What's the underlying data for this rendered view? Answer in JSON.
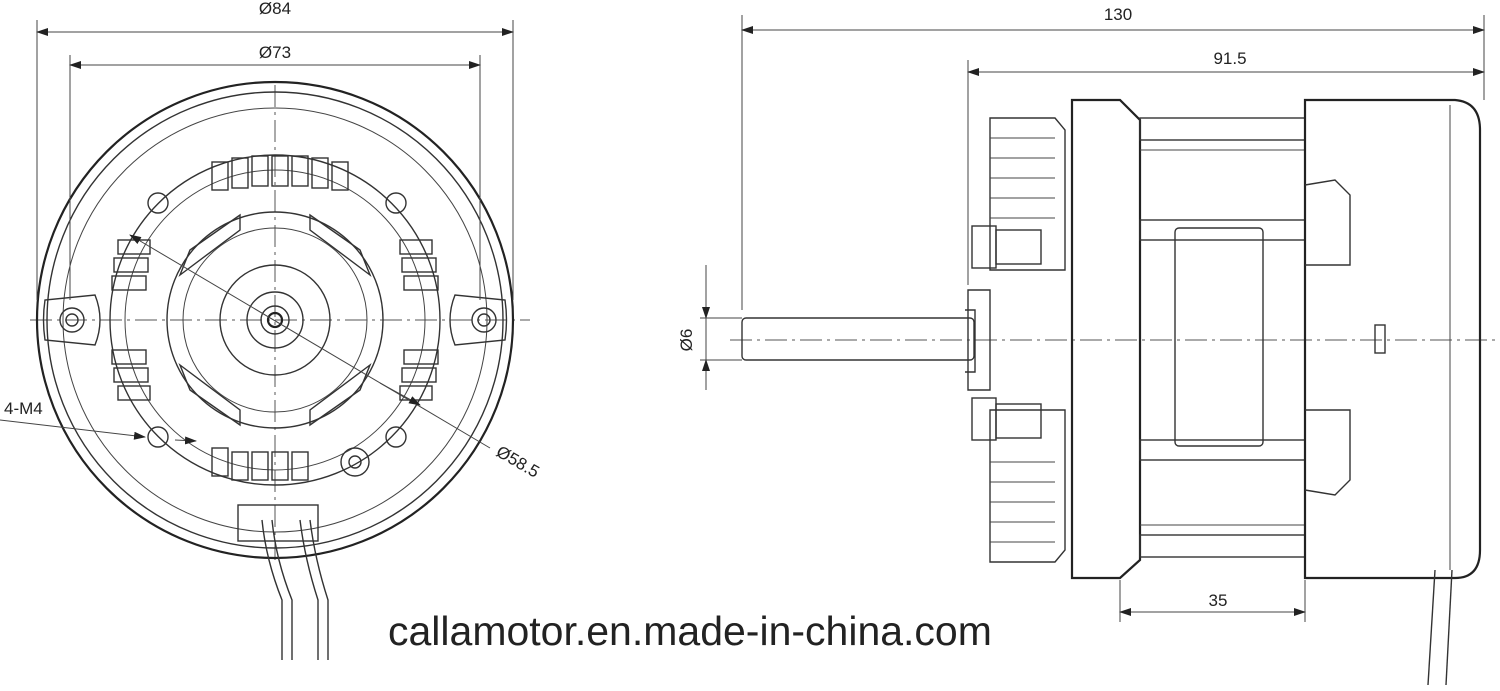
{
  "front_view": {
    "dim_outer": "Ø84",
    "dim_mount": "Ø73",
    "dim_bolt_circle": "Ø58.5",
    "dim_holes": "4-M4"
  },
  "side_view": {
    "dim_total": "130",
    "dim_body": "91.5",
    "dim_shaft": "Ø6",
    "dim_bracket": "35"
  },
  "watermark": "callamotor.en.made-in-china.com"
}
